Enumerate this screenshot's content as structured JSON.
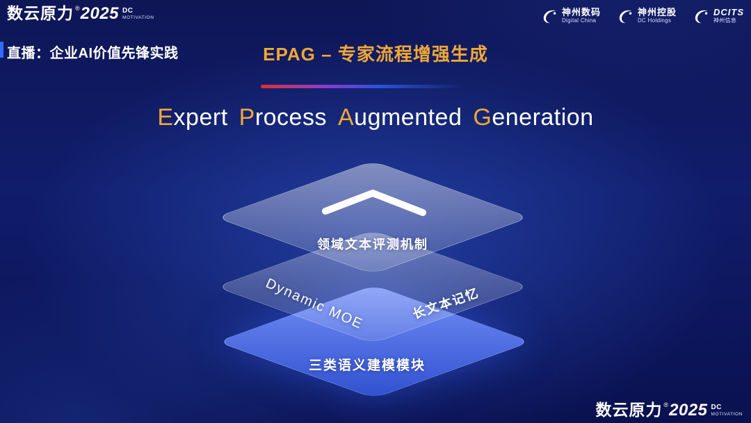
{
  "brand": {
    "name": "数云原力",
    "reg": "®",
    "year": "2025",
    "sub_line1": "DC",
    "sub_line2": "MOTIVATION"
  },
  "header": {
    "live_title": "直播：企业AI价值先锋实践",
    "page_title": "EPAG – 专家流程增强生成",
    "partners": [
      {
        "name": "神州数码",
        "subtitle": "Digital China"
      },
      {
        "name": "神州控股",
        "subtitle": "DC Holdings"
      },
      {
        "name": "DCITS",
        "subtitle": "神州信息"
      }
    ]
  },
  "main": {
    "heading": {
      "words": [
        {
          "initial": "E",
          "rest": "xpert"
        },
        {
          "initial": "P",
          "rest": "rocess"
        },
        {
          "initial": "A",
          "rest": "ugmented"
        },
        {
          "initial": "G",
          "rest": "eneration"
        }
      ]
    },
    "diagram": {
      "top_layer_label": "领域文本评测机制",
      "middle_layer_left_label": "Dynamic MOE",
      "middle_layer_right_label": "长文本记忆",
      "bottom_layer_label": "三类语义建模模块"
    }
  },
  "colors": {
    "accent_gold": "#f0a837",
    "background_navy": "#101d6b",
    "layer_blue": "#4a68e0",
    "divider_red": "#e0312e",
    "divider_blue": "#2b52d8"
  }
}
